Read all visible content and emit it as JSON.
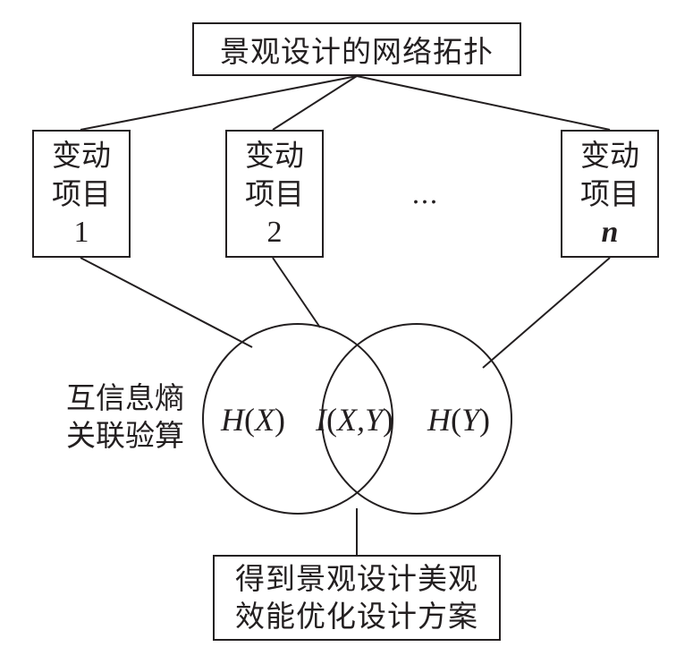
{
  "diagram": {
    "root": {
      "label": "景观设计的网络拓扑"
    },
    "items": [
      {
        "line1": "变动",
        "line2": "项目",
        "index": "1",
        "italic": false
      },
      {
        "line1": "变动",
        "line2": "项目",
        "index": "2",
        "italic": false
      },
      {
        "line1": "变动",
        "line2": "项目",
        "index": "n",
        "italic": true
      }
    ],
    "ellipsis": "…",
    "side_label": {
      "line1": "互信息熵",
      "line2": "关联验算"
    },
    "venn": {
      "left": {
        "fn": "H",
        "arg": "X"
      },
      "middle": {
        "fn": "I",
        "arg": "X,Y"
      },
      "right": {
        "fn": "H",
        "arg": "Y"
      }
    },
    "result": {
      "line1": "得到景观设计美观",
      "line2": "效能优化设计方案"
    }
  }
}
